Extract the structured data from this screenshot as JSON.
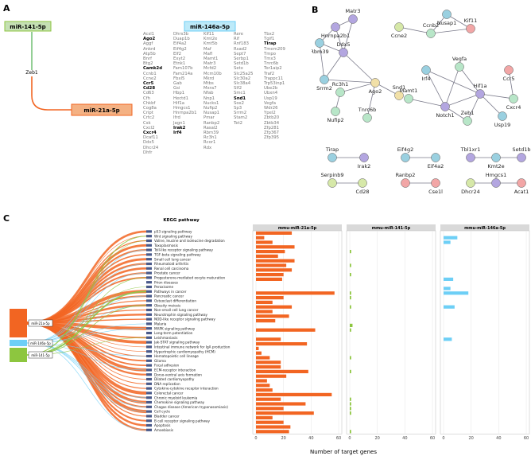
{
  "panels": {
    "a": "A",
    "b": "B",
    "c": "C"
  },
  "mirnas": {
    "m141": "miR-141-5p",
    "m146a": "miR-146a-5p",
    "m21a": "miR-21a-5p"
  },
  "zeb1": "Zeb1",
  "gene_columns": [
    [
      "Acsl1",
      "Ago2",
      "Aggf",
      "Ankrd",
      "Atp5b",
      "Bnrf",
      "Btg2",
      "Camk2d",
      "Ccnb1",
      "Ccne2",
      "Ccr5",
      "Cd28",
      "Cd63",
      "Cfh",
      "Chkbf",
      "Cog8a",
      "Cript",
      "Crtc2",
      "Csk",
      "Cxcl2",
      "Cxcr4",
      "Dcaf11",
      "Ddx5",
      "Dhcr24",
      "Dhfr"
    ],
    [
      "Dhrs3b",
      "Duap1b",
      "Eif4a2",
      "Eif4g2",
      "Elf2",
      "Exyt2",
      "Etnk1",
      "Fam107b",
      "Fam214a",
      "Fbxl5",
      "Gab",
      "Gsi",
      "Hbp1",
      "Hectd1",
      "Hif1a",
      "Hmgcs1",
      "Hnrnpa2b1",
      "Ifrd",
      "Jagn1",
      "Irak2",
      "Irf4"
    ],
    [
      "Klf11",
      "Kmt2e",
      "Kmt5b",
      "Maf",
      "Mafl",
      "Mamt1",
      "Matr3",
      "Mcfd2",
      "Mcm10b",
      "Mkrd",
      "Mtbs",
      "Mxra7",
      "Nfab",
      "Nnp1",
      "Nucks1",
      "Nufip2",
      "Nusap1",
      "Pmar",
      "Ranbp2",
      "Rasal2",
      "Rbm39",
      "Rc3h1",
      "Rcor1",
      "Rdx"
    ],
    [
      "Rere",
      "Rif",
      "Rnf183",
      "Rsad2",
      "Sept7",
      "Serbp1",
      "Setd1b",
      "Setx",
      "Slc25a25",
      "Slc30a2",
      "Slc38a4",
      "Slf2",
      "Smc1",
      "Snd1",
      "Sox2",
      "Sp3",
      "Srrm2",
      "Stam2",
      "Tet2"
    ],
    [
      "Tbx2",
      "Tgif1",
      "Tirap",
      "Tmem209",
      "Tmpo",
      "Tmx3",
      "Tnrc6b",
      "Tor1aip2",
      "Traf2",
      "Trappc11",
      "Trp53inp1",
      "Ube2b",
      "Ubxn4",
      "Usp19",
      "Vegfa",
      "Wdr26",
      "Ypel2",
      "Zbtb20",
      "Zbtb34",
      "Zfp281",
      "Zfp367",
      "Zfp395"
    ]
  ],
  "bold_genes": [
    "Ago2",
    "Camk2d",
    "Ccr5",
    "Cd28",
    "Cxcr4",
    "Irak2",
    "Irf4",
    "Snd1",
    "Tirap"
  ],
  "network_nodes": [
    "Hnrnpa2b1",
    "Matr3",
    "Rbm39",
    "Ddx5",
    "Srrm2",
    "Rc3h1",
    "Ago2",
    "Snd1",
    "Nufip2",
    "Tnrc6b",
    "Ccne2",
    "Ccnb2",
    "Nusap1",
    "Kif11",
    "Irf4",
    "Vegfa",
    "Ccr5",
    "Mamt1",
    "Notch1",
    "Hif1a",
    "Cxcr4",
    "Zeb1",
    "Usp19",
    "Tirap",
    "Irak2",
    "Serpinb9",
    "Cd28",
    "Eif4g2",
    "Eif4a2",
    "Ranbp2",
    "Cse1l",
    "Tbl1xr1",
    "Kmt2e",
    "Setd1b",
    "Dhcr24",
    "Hmgcs1",
    "Acat1"
  ],
  "pathways": [
    "p53 signaling pathway",
    "Wnt signaling pathway",
    "Valine, leucine and isoleucine degradation",
    "Toxoplasmosis",
    "Toll-like receptor signaling pathway",
    "TGF-beta signaling pathway",
    "Small cell lung cancer",
    "Rheumatoid arthritis",
    "Renal cell carcinoma",
    "Prostate cancer",
    "Progesterone-mediated oocyte maturation",
    "Prion diseases",
    "Peroxisome",
    "Pathways in cancer",
    "Pancreatic cancer",
    "Osteoclast differentiation",
    "Obesity meiosis",
    "Non-small cell lung cancer",
    "Neurotrophin signaling pathway",
    "NOD-like receptor signaling pathway",
    "Malaria",
    "MAPK signaling pathway",
    "Long-term potentiation",
    "Leishmaniasis",
    "Jak-STAT signaling pathway",
    "Intestinal immune network for IgA production",
    "Hypertrophic cardiomyopathy (HCM)",
    "Hematopoietic cell lineage",
    "Glioma",
    "Focal adhesion",
    "ECM-receptor interaction",
    "Dorso-ventral axis formation",
    "Dilated cardiomyopathy",
    "DNA replication",
    "Cytokine-cytokine receptor interaction",
    "Colorectal cancer",
    "Chronic myeloid leukemia",
    "Chemokine signaling pathway",
    "Chagas disease (American trypanosomiasis)",
    "Cell cycle",
    "Bladder cancer",
    "B cell receptor signaling pathway",
    "Apoptosis",
    "Amoebiasis"
  ],
  "chart_data": {
    "type": "bar",
    "title": "KEGG pathway",
    "xlabel": "Number of target genes",
    "xlim": [
      0,
      60
    ],
    "xticks": [
      0,
      20,
      40,
      60
    ],
    "colors": {
      "mmu-miR-21a-5p": "#f26522",
      "mmu-miR-141-5p": "#8dc63f",
      "mmu-miR-146a-5p": "#6dcff6"
    },
    "series": [
      {
        "name": "mmu-miR-21a-5p",
        "values": [
          26,
          6,
          12,
          28,
          21,
          16,
          28,
          22,
          26,
          20,
          19,
          0,
          0,
          57,
          20,
          12,
          26,
          12,
          24,
          14,
          0,
          43,
          0,
          18,
          37,
          2,
          4,
          10,
          18,
          18,
          38,
          22,
          8,
          10,
          12,
          55,
          18,
          36,
          20,
          42,
          12,
          20,
          25,
          24
        ]
      },
      {
        "name": "mmu-miR-141-5p",
        "values": [
          0,
          0,
          0,
          0,
          1,
          0,
          0,
          1,
          0,
          1,
          0,
          0,
          0,
          1,
          1,
          0,
          1,
          0,
          0,
          0,
          2,
          1,
          0,
          0,
          0,
          0,
          0,
          1,
          0,
          0,
          1,
          0,
          0,
          0,
          0,
          0,
          1,
          1,
          1,
          1,
          0,
          0,
          0,
          1
        ]
      },
      {
        "name": "mmu-miR-146a-5p",
        "values": [
          0,
          10,
          5,
          0,
          0,
          0,
          0,
          0,
          0,
          0,
          7,
          0,
          5,
          18,
          0,
          0,
          8,
          0,
          0,
          0,
          0,
          0,
          0,
          6,
          0,
          0,
          0,
          0,
          0,
          0,
          0,
          0,
          0,
          0,
          0,
          0,
          0,
          0,
          0,
          0,
          0,
          0,
          0,
          0
        ]
      }
    ]
  }
}
